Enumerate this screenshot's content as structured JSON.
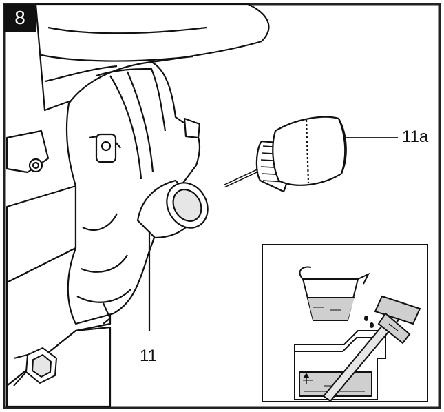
{
  "figure": {
    "step_number": "8",
    "callouts": {
      "dipstick_cap": "11a",
      "oil_filler": "11"
    },
    "colors": {
      "line": "#111111",
      "frame": "#222222",
      "fill_light": "#e6e6e6",
      "fill_mid": "#cfcfcf",
      "background": "#ffffff"
    }
  }
}
